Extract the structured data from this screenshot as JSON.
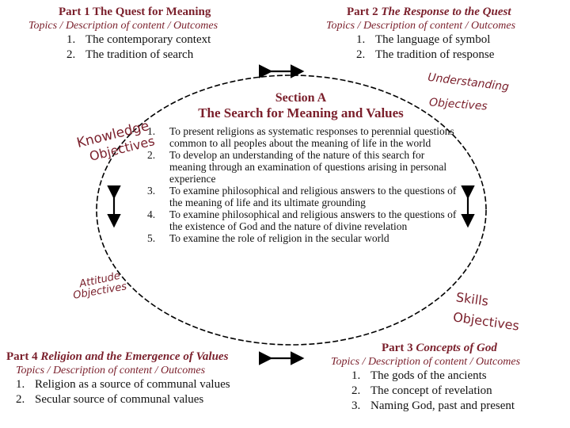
{
  "part1": {
    "title": "Part  1 The Quest for Meaning",
    "topics": "Topics / Description of content / Outcomes",
    "items": [
      {
        "num": "1.",
        "text": "The contemporary context"
      },
      {
        "num": "2.",
        "text": "The tradition of search"
      }
    ]
  },
  "part2": {
    "title_prefix": "Part  2 ",
    "title_italic": "The Response to the Quest",
    "topics": "Topics / Description of content / Outcomes",
    "items": [
      {
        "num": "1.",
        "text": "The language of symbol"
      },
      {
        "num": "2.",
        "text": "The tradition of response"
      }
    ]
  },
  "part3": {
    "title_prefix": "Part 3 ",
    "title_italic": "Concepts of God",
    "topics": "Topics / Description of content / Outcomes",
    "items": [
      {
        "num": "1.",
        "text": "The gods of the ancients"
      },
      {
        "num": "2.",
        "text": "The concept of revelation"
      },
      {
        "num": "3.",
        "text": "Naming God, past and present"
      }
    ]
  },
  "part4": {
    "title_prefix": "Part 4 ",
    "title_italic": "Religion and the Emergence of Values",
    "topics": "Topics / Description of content / Outcomes",
    "items": [
      {
        "num": "1.",
        "text": "Religion as a source of communal values"
      },
      {
        "num": "2.",
        "text": "Secular source of communal values"
      }
    ]
  },
  "section": {
    "line1": "Section A",
    "line2": "The Search for Meaning and Values",
    "aims": [
      {
        "num": "1.",
        "text": "To present religions as systematic responses to perennial questions common to all peoples about the meaning of life in the world"
      },
      {
        "num": "2.",
        "text": "To develop an understanding of the nature of this search for meaning through an examination of questions arising in personal experience"
      },
      {
        "num": "3.",
        "text": "To examine philosophical and religious answers to the questions of the meaning of life and its ultimate grounding"
      },
      {
        "num": "4.",
        "text": "To examine philosophical and religious answers to the questions of the existence of God and the nature of divine revelation"
      },
      {
        "num": "5.",
        "text": "To examine the role of religion in the secular world"
      }
    ]
  },
  "handwritten": {
    "knowledge_1": "Knowledge",
    "knowledge_2": "Objectives",
    "understanding_1": "Understanding",
    "understanding_2": "Objectives",
    "attitude_1": "Attitude",
    "attitude_2": "Objectives",
    "skills_1": "Skills",
    "skills_2": "Objectives"
  },
  "colors": {
    "heading": "#7a1f2b",
    "text": "#111111",
    "line": "#000000"
  }
}
